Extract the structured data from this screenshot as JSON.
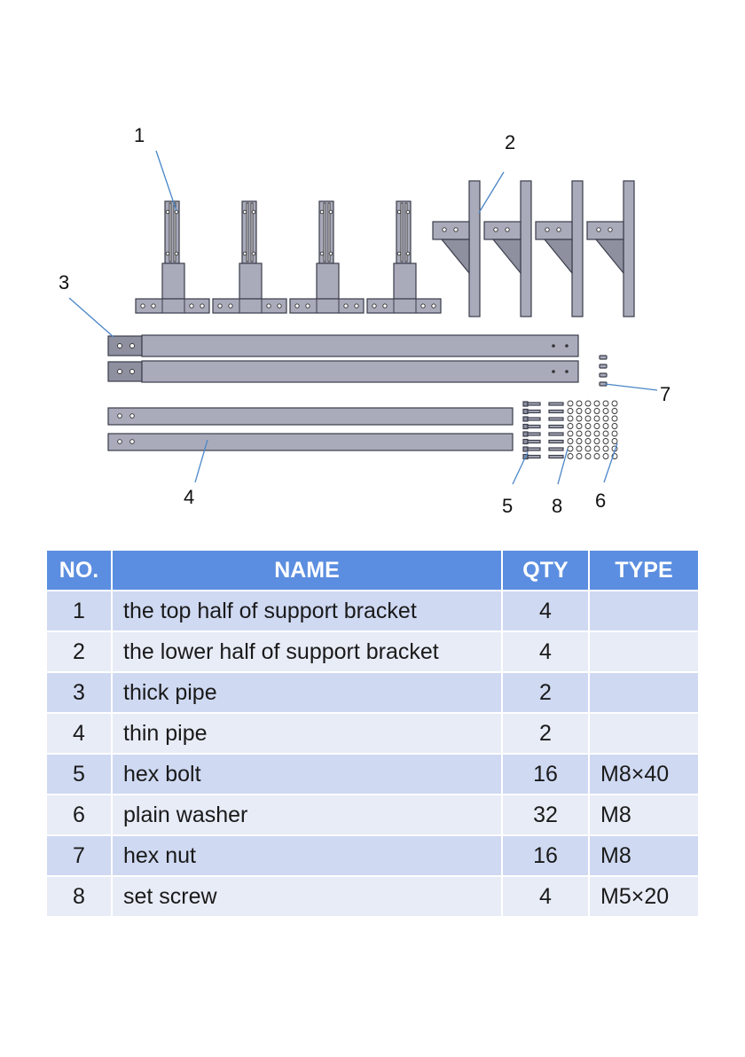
{
  "diagram": {
    "callouts": [
      "1",
      "2",
      "3",
      "4",
      "5",
      "8",
      "6",
      "7"
    ]
  },
  "table": {
    "headers": {
      "no": "NO.",
      "name": "NAME",
      "qty": "QTY",
      "type": "TYPE"
    },
    "rows": [
      {
        "no": "1",
        "name": "the top half of support bracket",
        "qty": "4",
        "type": ""
      },
      {
        "no": "2",
        "name": "the lower half of support bracket",
        "qty": "4",
        "type": ""
      },
      {
        "no": "3",
        "name": "thick pipe",
        "qty": "2",
        "type": ""
      },
      {
        "no": "4",
        "name": "thin pipe",
        "qty": "2",
        "type": ""
      },
      {
        "no": "5",
        "name": "hex bolt",
        "qty": "16",
        "type": "M8×40"
      },
      {
        "no": "6",
        "name": "plain washer",
        "qty": "32",
        "type": "M8"
      },
      {
        "no": "7",
        "name": "hex nut",
        "qty": "16",
        "type": "M8"
      },
      {
        "no": "8",
        "name": "set screw",
        "qty": "4",
        "type": "M5×20"
      }
    ]
  }
}
